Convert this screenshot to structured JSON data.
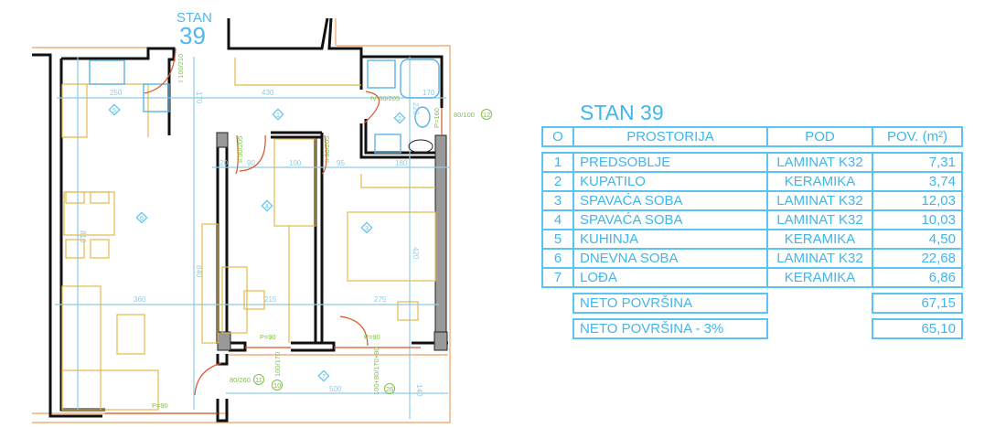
{
  "plan": {
    "label_top": "STAN",
    "label_number": "39",
    "dimensions": [
      "250",
      "430",
      "170",
      "180",
      "20",
      "90",
      "100",
      "95",
      "360",
      "215",
      "275",
      "500",
      "140",
      "420",
      "810",
      "840",
      "220",
      "170"
    ],
    "door_labels": [
      "I 100/210",
      "IV 80/205",
      "II 90/205",
      "II 90/205"
    ],
    "window_labels": [
      "P=160",
      "P=90",
      "P=90",
      "P=90"
    ],
    "window_tags": [
      {
        "size": "80/100",
        "tag": "12"
      },
      {
        "size": "80/260",
        "tag": "11"
      },
      {
        "size": "100/170",
        "tag": "10"
      },
      {
        "size": "100+80/170+90",
        "tag": "26"
      }
    ],
    "room_markers": [
      "1",
      "2",
      "3",
      "4",
      "5",
      "6",
      "7"
    ],
    "colors": {
      "walls": "#111111",
      "dimensions": "#8fcbe6",
      "furniture": "#e2b94a",
      "doors": "#d9552b",
      "window_labels": "#7cc242",
      "fixtures": "#5bb3e6"
    }
  },
  "table": {
    "title": "STAN 39",
    "headers": [
      "O",
      "PROSTORIJA",
      "POD",
      "POV. (m²)"
    ],
    "rows": [
      {
        "no": "1",
        "room": "PREDSOBLJE",
        "floor": "LAMINAT K32",
        "area": "7,31"
      },
      {
        "no": "2",
        "room": "KUPATILO",
        "floor": "KERAMIKA",
        "area": "3,74"
      },
      {
        "no": "3",
        "room": "SPAVAĆA SOBA",
        "floor": "LAMINAT K32",
        "area": "12,03"
      },
      {
        "no": "4",
        "room": "SPAVAĆA SOBA",
        "floor": "LAMINAT K32",
        "area": "10,03"
      },
      {
        "no": "5",
        "room": "KUHINJA",
        "floor": "KERAMIKA",
        "area": "4,50"
      },
      {
        "no": "6",
        "room": "DNEVNA SOBA",
        "floor": "LAMINAT K32",
        "area": "22,68"
      },
      {
        "no": "7",
        "room": "LOĐA",
        "floor": "KERAMIKA",
        "area": "6,86"
      }
    ],
    "net_label": "NETO POVRŠINA",
    "net_value": "67,15",
    "net_reduced_label": "NETO POVRŠINA - 3%",
    "net_reduced_value": "65,10"
  }
}
